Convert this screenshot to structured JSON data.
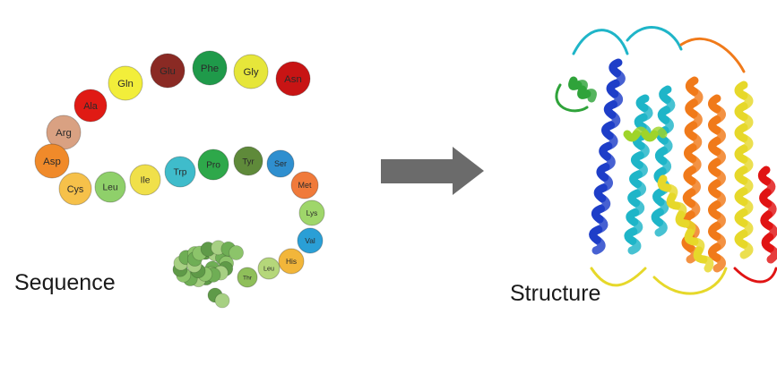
{
  "captions": {
    "sequence": "Sequence",
    "structure": "Structure"
  },
  "residues": [
    {
      "label": "Gln",
      "color": "#f2ee3a"
    },
    {
      "label": "Glu",
      "color": "#8a2a24"
    },
    {
      "label": "Phe",
      "color": "#1f9a4a"
    },
    {
      "label": "Gly",
      "color": "#e6e63a"
    },
    {
      "label": "Asn",
      "color": "#c81414"
    },
    {
      "label": "Ala",
      "color": "#e01a14"
    },
    {
      "label": "Arg",
      "color": "#d9a182"
    },
    {
      "label": "Asp",
      "color": "#f08a2a"
    },
    {
      "label": "Cys",
      "color": "#f6c14a"
    },
    {
      "label": "Leu",
      "color": "#8fd06a"
    },
    {
      "label": "Ile",
      "color": "#f0e04a"
    },
    {
      "label": "Trp",
      "color": "#3fbccb"
    },
    {
      "label": "Pro",
      "color": "#2ea84a"
    },
    {
      "label": "Tyr",
      "color": "#5f8a3a"
    },
    {
      "label": "Ser",
      "color": "#2f8fcf"
    },
    {
      "label": "Met",
      "color": "#f07a3a"
    },
    {
      "label": "Lys",
      "color": "#9fd66a"
    },
    {
      "label": "Val",
      "color": "#2a9fd6"
    },
    {
      "label": "His",
      "color": "#f2b63a"
    },
    {
      "label": "Leu",
      "color": "#b5d77a"
    },
    {
      "label": "Thr",
      "color": "#8fbf5a"
    }
  ],
  "colors": {
    "arrow": "#6b6b6b",
    "helix_colors": [
      "#1e3ec8",
      "#1fb5c8",
      "#2fa33a",
      "#e6d82a",
      "#f07a1a",
      "#e01414",
      "#9fd42a"
    ]
  }
}
